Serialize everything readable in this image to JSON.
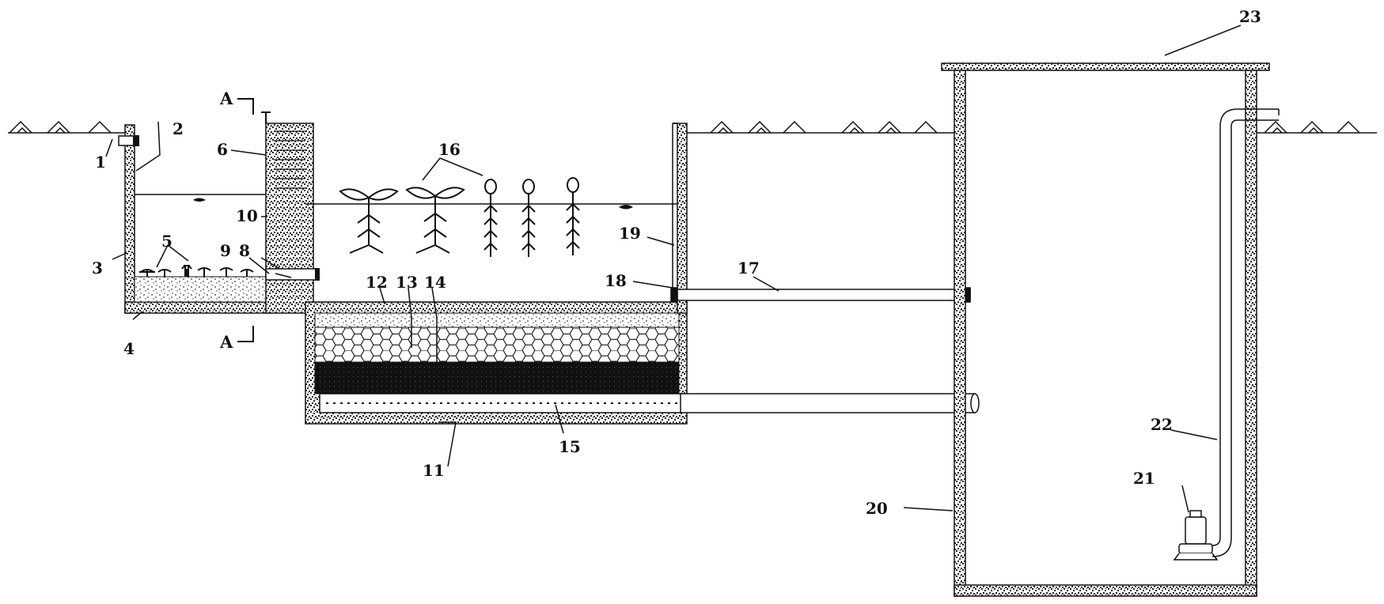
{
  "section_marker": "A",
  "labels": {
    "1": "1",
    "2": "2",
    "3": "3",
    "4": "4",
    "5": "5",
    "6": "6",
    "8": "8",
    "9": "9",
    "10": "10",
    "11": "11",
    "12": "12",
    "13": "13",
    "14": "14",
    "15": "15",
    "16": "16",
    "17": "17",
    "18": "18",
    "19": "19",
    "20": "20",
    "21": "21",
    "22": "22",
    "23": "23"
  }
}
